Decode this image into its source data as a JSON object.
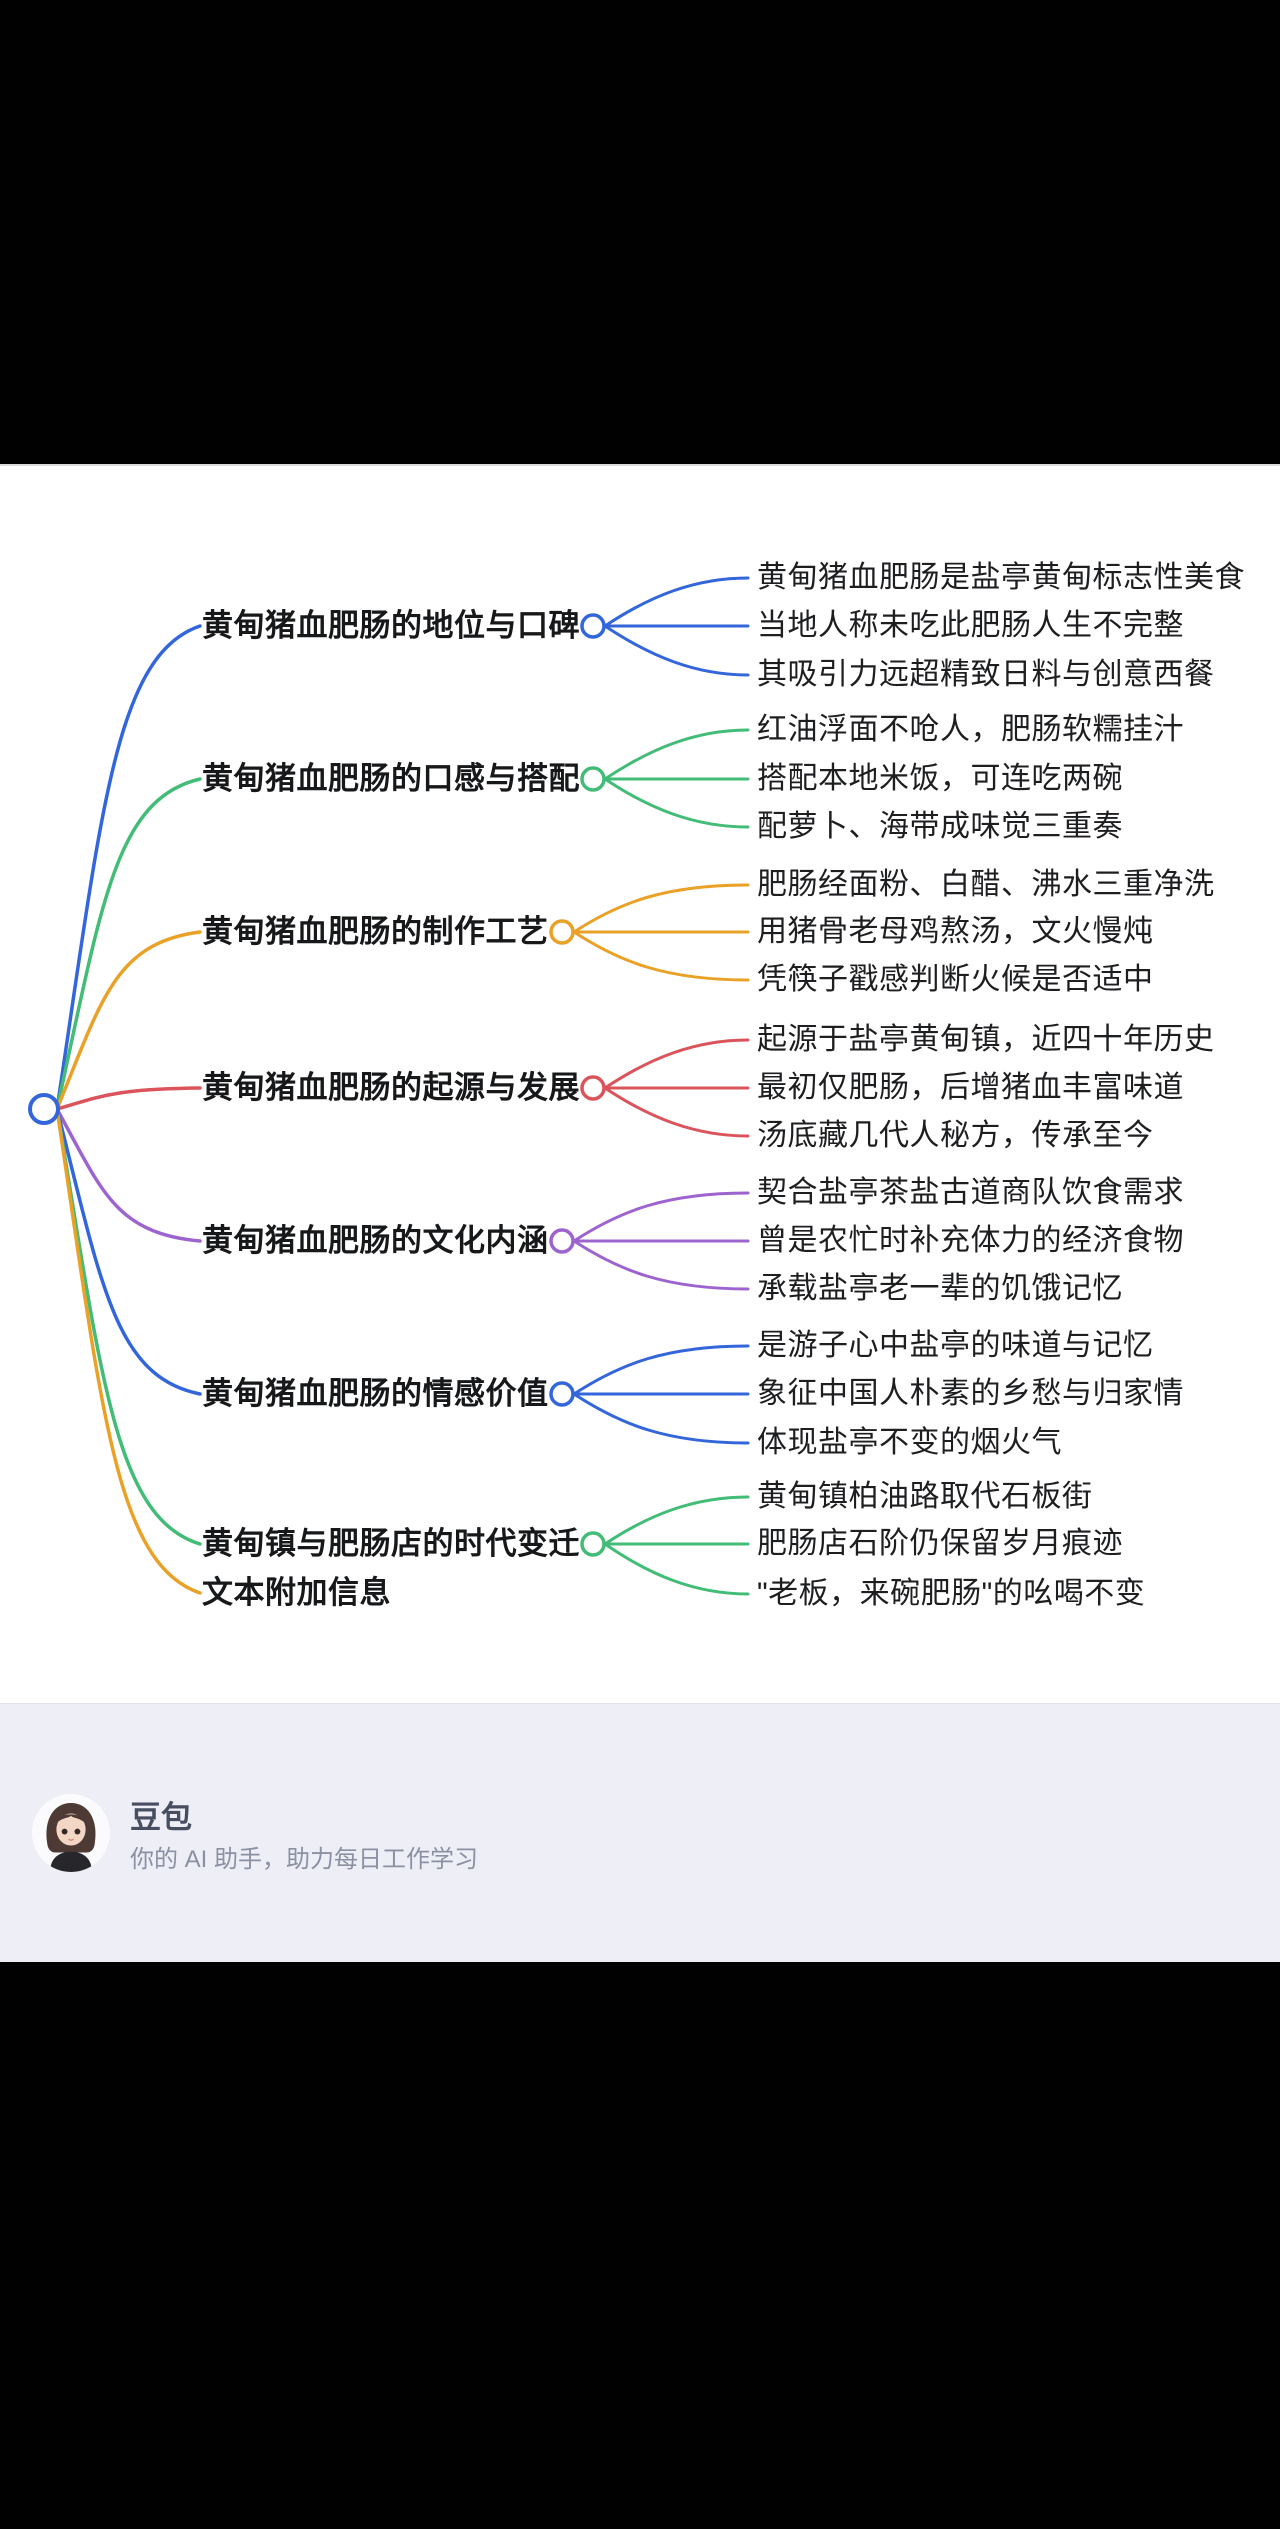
{
  "mindmap": {
    "root_color": "#3366db",
    "branches": [
      {
        "label": "黄甸猪血肥肠的地位与口碑",
        "color": "#3366db",
        "children": [
          "黄甸猪血肥肠是盐亭黄甸标志性美食",
          "当地人称未吃此肥肠人生不完整",
          "其吸引力远超精致日料与创意西餐"
        ]
      },
      {
        "label": "黄甸猪血肥肠的口感与搭配",
        "color": "#42bc76",
        "children": [
          "红油浮面不呛人，肥肠软糯挂汁",
          "搭配本地米饭，可连吃两碗",
          "配萝卜、海带成味觉三重奏"
        ]
      },
      {
        "label": "黄甸猪血肥肠的制作工艺",
        "color": "#e9a227",
        "children": [
          "肥肠经面粉、白醋、沸水三重净洗",
          "用猪骨老母鸡熬汤，文火慢炖",
          "凭筷子戳感判断火候是否适中"
        ]
      },
      {
        "label": "黄甸猪血肥肠的起源与发展",
        "color": "#db545c",
        "children": [
          "起源于盐亭黄甸镇，近四十年历史",
          "最初仅肥肠，后增猪血丰富味道",
          "汤底藏几代人秘方，传承至今"
        ]
      },
      {
        "label": "黄甸猪血肥肠的文化内涵",
        "color": "#9d64d0",
        "children": [
          "契合盐亭茶盐古道商队饮食需求",
          "曾是农忙时补充体力的经济食物",
          "承载盐亭老一辈的饥饿记忆"
        ]
      },
      {
        "label": "黄甸猪血肥肠的情感价值",
        "color": "#3366db",
        "children": [
          "是游子心中盐亭的味道与记忆",
          "象征中国人朴素的乡愁与归家情",
          "体现盐亭不变的烟火气"
        ]
      },
      {
        "label": "黄甸镇与肥肠店的时代变迁",
        "color": "#42bc76",
        "children": [
          "黄甸镇柏油路取代石板街",
          "肥肠店石阶仍保留岁月痕迹",
          "\"老板，来碗肥肠\"的吆喝不变"
        ]
      },
      {
        "label": "文本附加信息",
        "color": "#e9a227",
        "children": []
      }
    ]
  },
  "footer": {
    "assistant_name": "豆包",
    "assistant_desc": "你的 AI 助手，助力每日工作学习"
  }
}
